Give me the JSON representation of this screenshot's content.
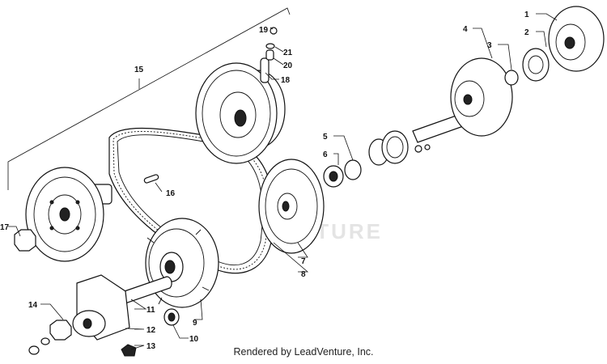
{
  "diagram": {
    "callouts": [
      "1",
      "2",
      "3",
      "4",
      "5",
      "6",
      "7",
      "8",
      "9",
      "10",
      "11",
      "12",
      "13",
      "14",
      "15",
      "16",
      "17",
      "18",
      "19",
      "20",
      "21"
    ],
    "watermark": "LEADVENTURE",
    "footer": "Rendered by LeadVenture, Inc."
  }
}
